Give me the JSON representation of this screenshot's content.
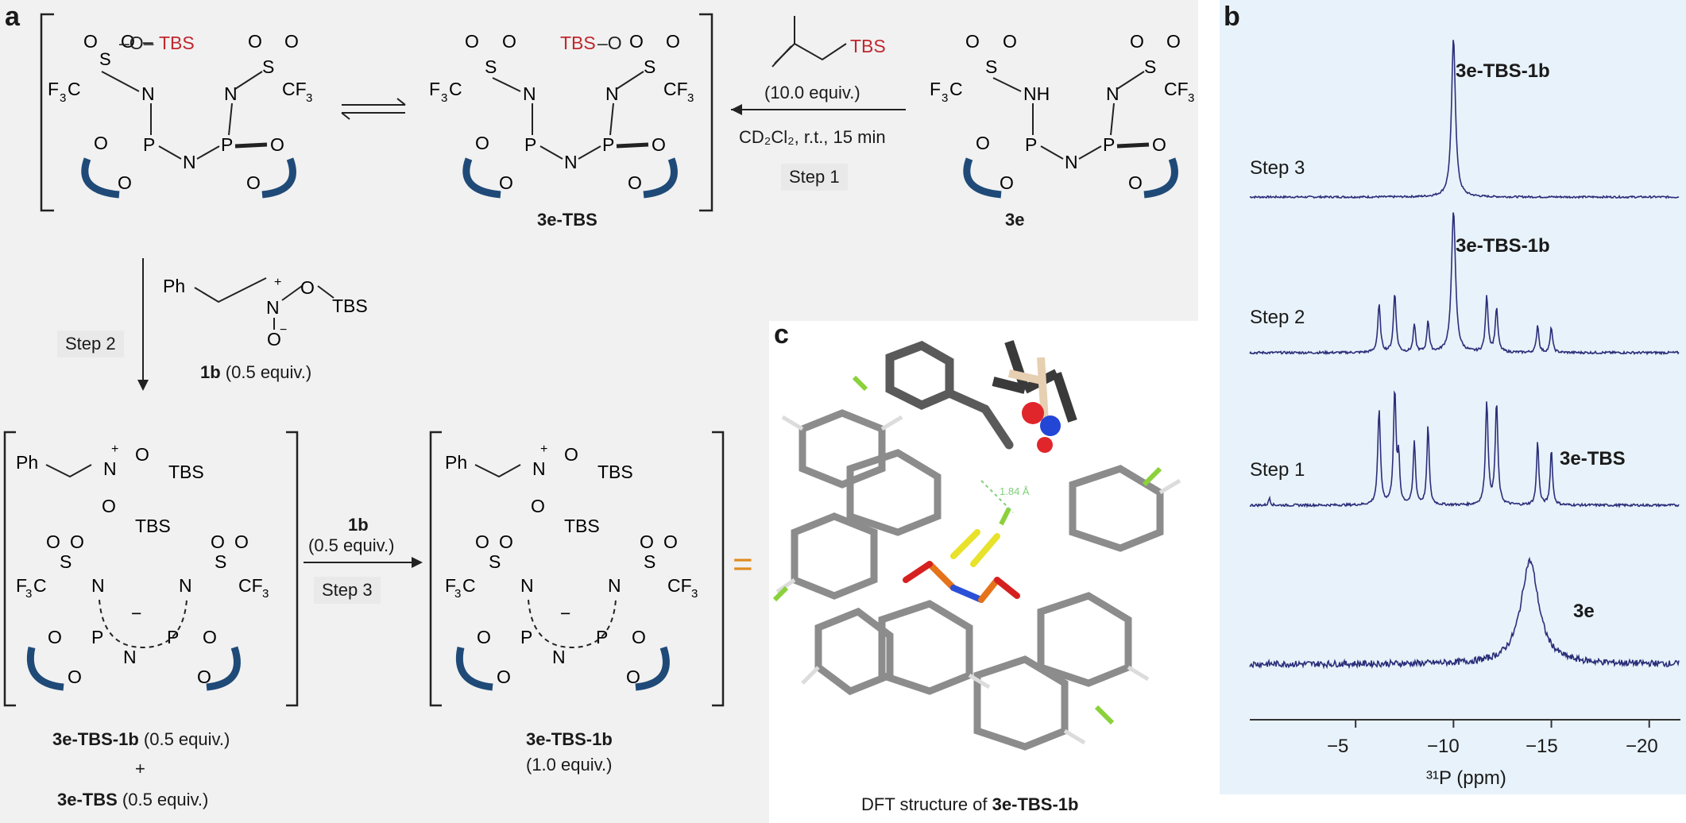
{
  "panels": {
    "a": "a",
    "b": "b",
    "c": "c"
  },
  "labels": {
    "tbs": "TBS",
    "o_tbs": "O",
    "f3c": "F",
    "cf3": "CF",
    "three": "3",
    "s": "S",
    "o": "O",
    "n": "N",
    "p": "P",
    "nh": "NH",
    "minus": "−",
    "plus": "+",
    "ph": "Ph"
  },
  "reagent_equiv": "(10.0 equiv.)",
  "conditions": "CD₂Cl₂, r.t., 15 min",
  "step1": "Step 1",
  "step2": "Step 2",
  "step3": "Step 3",
  "cmpd_3e": "3e",
  "cmpd_3e_tbs": "3e-TBS",
  "nitrone_label": "1b",
  "nitrone_equiv": " (0.5 equiv.)",
  "add_1b": "1b",
  "add_1b_equiv": "(0.5 equiv.)",
  "mix_a_name": "3e-TBS-1b",
  "mix_a_equiv": " (0.5 equiv.)",
  "mix_plus": "+",
  "mix_b_name": "3e-TBS",
  "mix_b_equiv": " (0.5 equiv.)",
  "prod_name": "3e-TBS-1b",
  "prod_equiv": "(1.0 equiv.)",
  "equals": "=",
  "dft_prefix": "DFT structure of ",
  "dft_name": "3e-TBS-1b",
  "dft_distance": "1.84 Å",
  "spectra": {
    "xaxis_label": "³¹P (ppm)",
    "ticks": [
      "−5",
      "−10",
      "−15",
      "−20"
    ],
    "traces": [
      {
        "step": "Step 3",
        "name": "3e-TBS-1b"
      },
      {
        "step": "Step 2",
        "name": "3e-TBS-1b"
      },
      {
        "step": "Step 1",
        "name": "3e-TBS"
      },
      {
        "step": "",
        "name": "3e"
      }
    ]
  },
  "colors": {
    "tbs_red": "#c0272d",
    "binol_blue": "#1f4a78",
    "equals_orange": "#e08a1e",
    "spectrum": "#2b2f7a",
    "panel_bg": "#f0f0f0",
    "spec_bg": "#e8f2fa"
  }
}
